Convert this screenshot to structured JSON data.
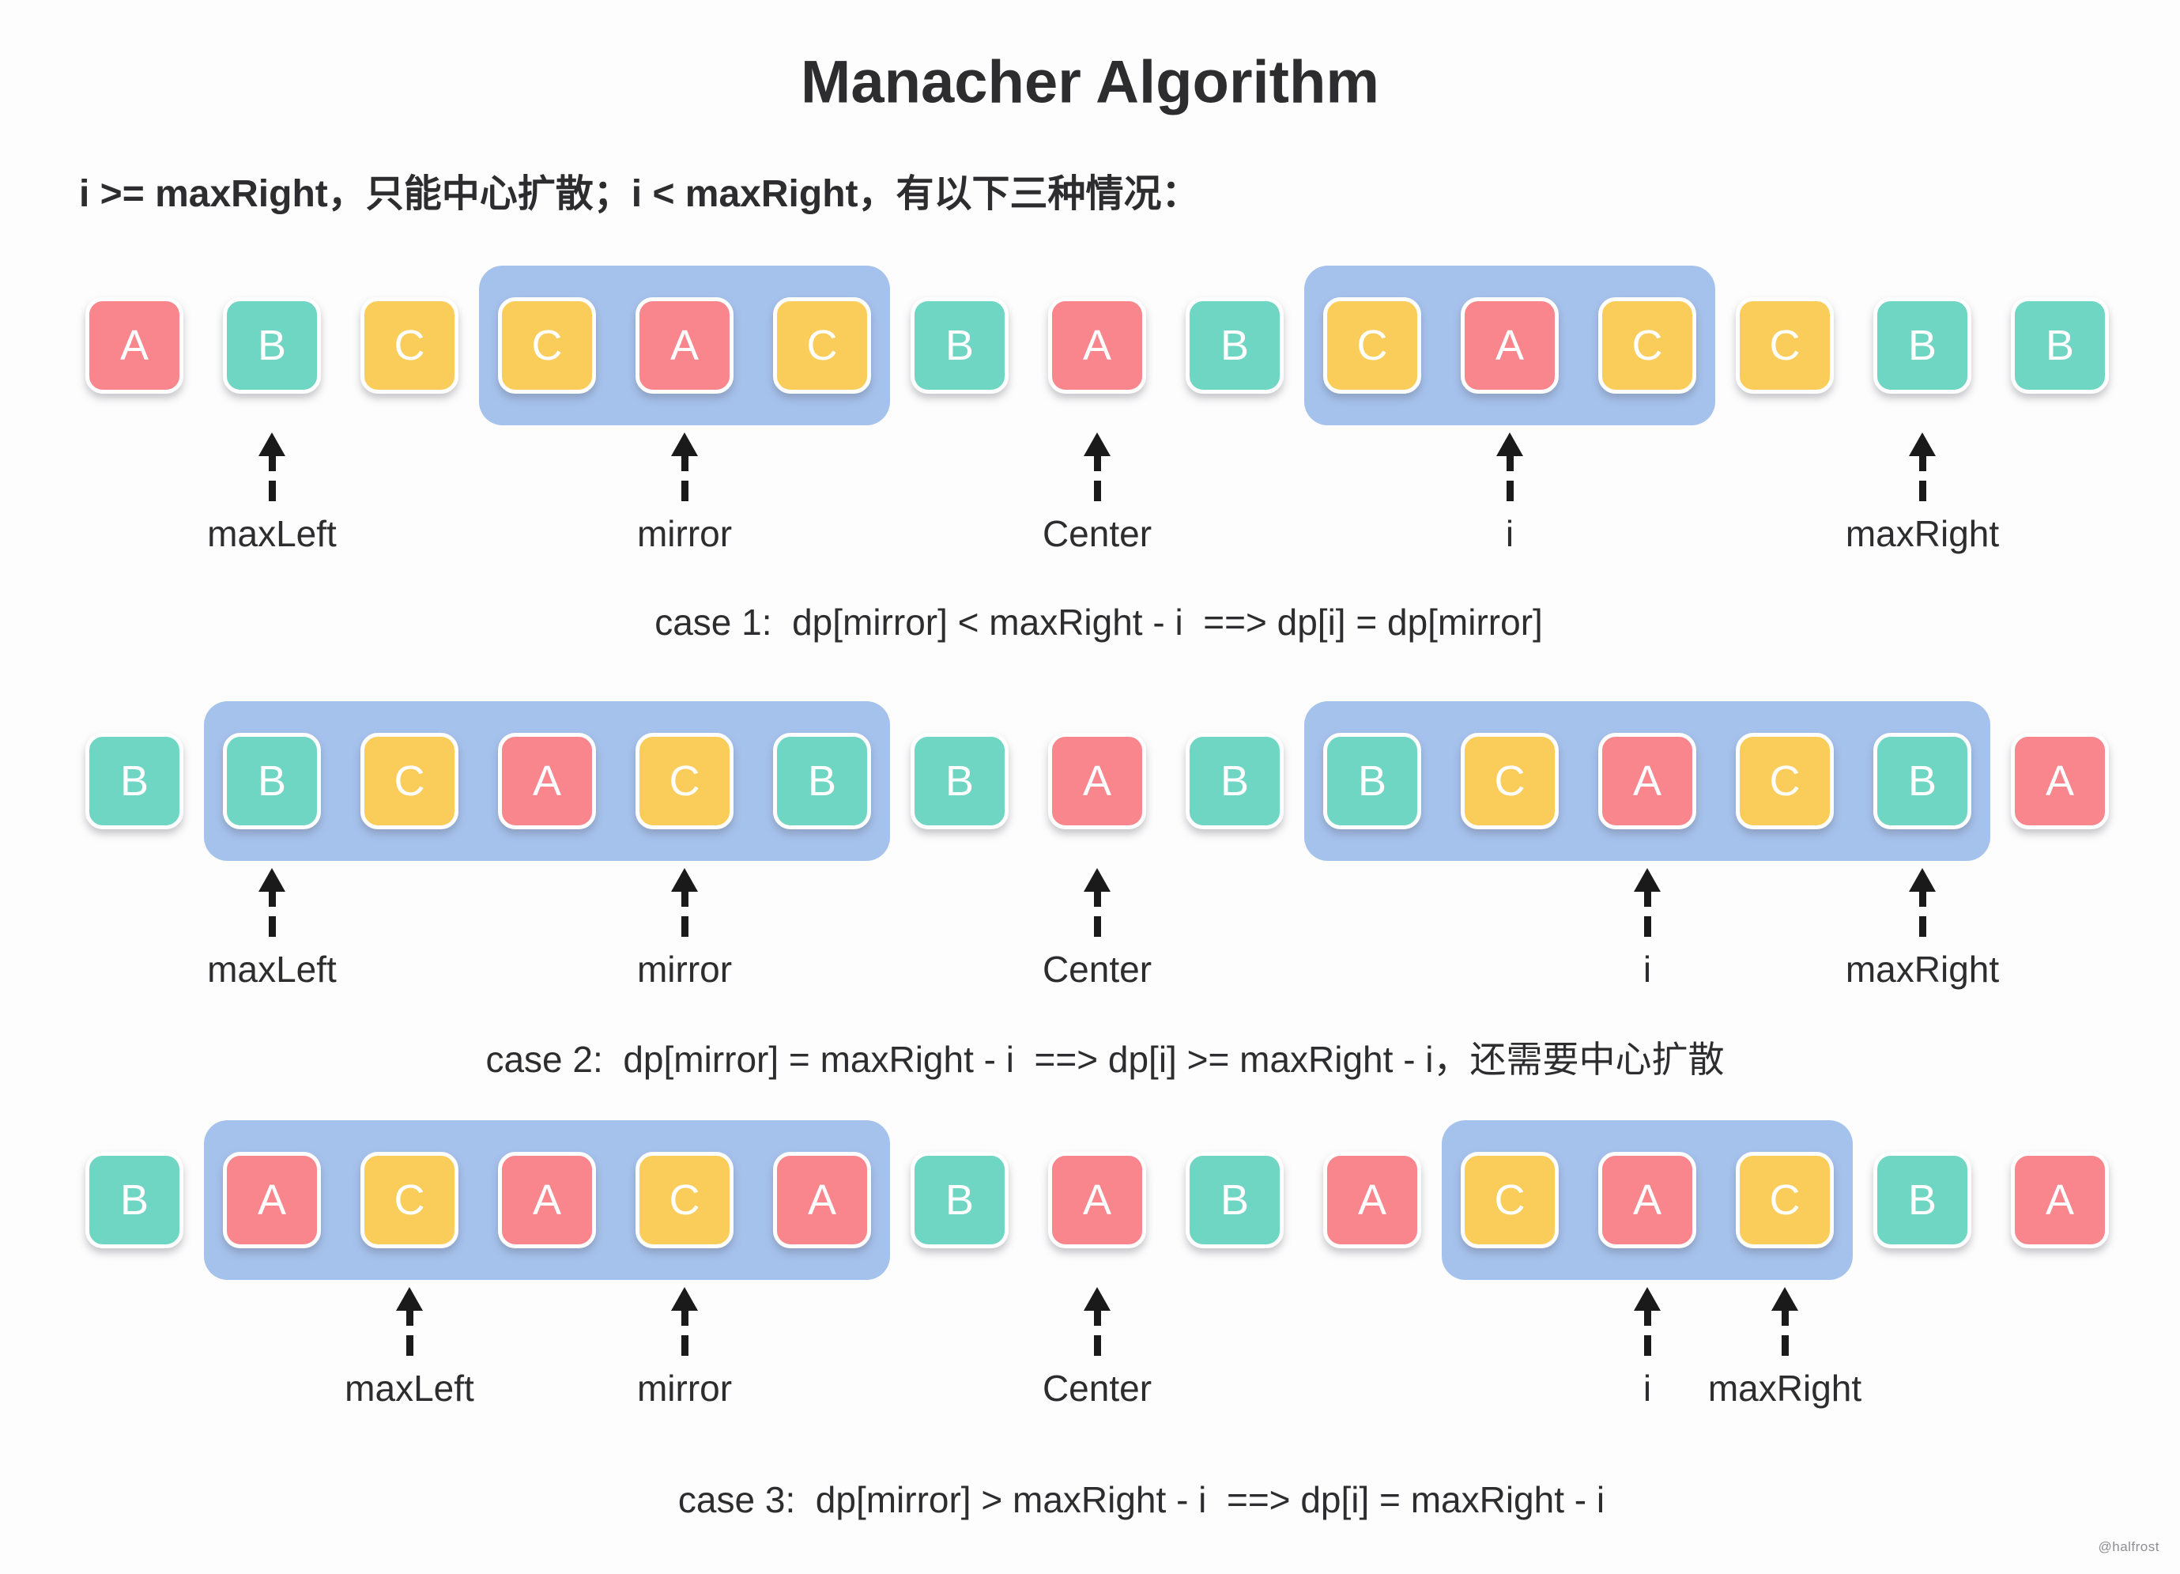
{
  "page": {
    "title": "Manacher Algorithm",
    "subtitle": "i >= maxRight，只能中心扩散；i < maxRight，有以下三种情况：",
    "watermark": "@halfrost"
  },
  "colors": {
    "red": "#F9858D",
    "teal": "#6FD6C3",
    "yellow": "#FACD5B",
    "highlight": "#A5C2ED",
    "letter": "#FFFFFF",
    "text": "#2D2D2F",
    "arrow": "#1A1A1A",
    "watermark": "#8E8E93",
    "background": "#FDFDFD"
  },
  "rows": [
    {
      "name": "case-1",
      "tiles": [
        {
          "letter": "A",
          "color": "red"
        },
        {
          "letter": "B",
          "color": "teal"
        },
        {
          "letter": "C",
          "color": "yellow"
        },
        {
          "letter": "C",
          "color": "yellow"
        },
        {
          "letter": "A",
          "color": "red"
        },
        {
          "letter": "C",
          "color": "yellow"
        },
        {
          "letter": "B",
          "color": "teal"
        },
        {
          "letter": "A",
          "color": "red"
        },
        {
          "letter": "B",
          "color": "teal"
        },
        {
          "letter": "C",
          "color": "yellow"
        },
        {
          "letter": "A",
          "color": "red"
        },
        {
          "letter": "C",
          "color": "yellow"
        },
        {
          "letter": "C",
          "color": "yellow"
        },
        {
          "letter": "B",
          "color": "teal"
        },
        {
          "letter": "B",
          "color": "teal"
        }
      ],
      "highlights": [
        {
          "from": 4,
          "to": 6
        },
        {
          "from": 10,
          "to": 12
        }
      ],
      "pointers": [
        {
          "label": "maxLeft",
          "tile": 2
        },
        {
          "label": "mirror",
          "tile": 5
        },
        {
          "label": "Center",
          "tile": 8
        },
        {
          "label": "i",
          "tile": 11
        },
        {
          "label": "maxRight",
          "tile": 14
        }
      ],
      "caption": "case 1:  dp[mirror] < maxRight - i  ==> dp[i] = dp[mirror]"
    },
    {
      "name": "case-2",
      "tiles": [
        {
          "letter": "B",
          "color": "teal"
        },
        {
          "letter": "B",
          "color": "teal"
        },
        {
          "letter": "C",
          "color": "yellow"
        },
        {
          "letter": "A",
          "color": "red"
        },
        {
          "letter": "C",
          "color": "yellow"
        },
        {
          "letter": "B",
          "color": "teal"
        },
        {
          "letter": "B",
          "color": "teal"
        },
        {
          "letter": "A",
          "color": "red"
        },
        {
          "letter": "B",
          "color": "teal"
        },
        {
          "letter": "B",
          "color": "teal"
        },
        {
          "letter": "C",
          "color": "yellow"
        },
        {
          "letter": "A",
          "color": "red"
        },
        {
          "letter": "C",
          "color": "yellow"
        },
        {
          "letter": "B",
          "color": "teal"
        },
        {
          "letter": "A",
          "color": "red"
        }
      ],
      "highlights": [
        {
          "from": 2,
          "to": 6
        },
        {
          "from": 10,
          "to": 14
        }
      ],
      "pointers": [
        {
          "label": "maxLeft",
          "tile": 2
        },
        {
          "label": "mirror",
          "tile": 5
        },
        {
          "label": "Center",
          "tile": 8
        },
        {
          "label": "i",
          "tile": 12
        },
        {
          "label": "maxRight",
          "tile": 14
        }
      ],
      "caption": "case 2:  dp[mirror] = maxRight - i  ==> dp[i] >= maxRight - i，还需要中心扩散"
    },
    {
      "name": "case-3",
      "tiles": [
        {
          "letter": "B",
          "color": "teal"
        },
        {
          "letter": "A",
          "color": "red"
        },
        {
          "letter": "C",
          "color": "yellow"
        },
        {
          "letter": "A",
          "color": "red"
        },
        {
          "letter": "C",
          "color": "yellow"
        },
        {
          "letter": "A",
          "color": "red"
        },
        {
          "letter": "B",
          "color": "teal"
        },
        {
          "letter": "A",
          "color": "red"
        },
        {
          "letter": "B",
          "color": "teal"
        },
        {
          "letter": "A",
          "color": "red"
        },
        {
          "letter": "C",
          "color": "yellow"
        },
        {
          "letter": "A",
          "color": "red"
        },
        {
          "letter": "C",
          "color": "yellow"
        },
        {
          "letter": "B",
          "color": "teal"
        },
        {
          "letter": "A",
          "color": "red"
        }
      ],
      "highlights": [
        {
          "from": 2,
          "to": 6
        },
        {
          "from": 11,
          "to": 13
        }
      ],
      "pointers": [
        {
          "label": "maxLeft",
          "tile": 3
        },
        {
          "label": "mirror",
          "tile": 5
        },
        {
          "label": "Center",
          "tile": 8
        },
        {
          "label": "i",
          "tile": 12
        },
        {
          "label": "maxRight",
          "tile": 13
        }
      ],
      "caption": "case 3:  dp[mirror] > maxRight - i  ==> dp[i] = maxRight - i"
    }
  ]
}
